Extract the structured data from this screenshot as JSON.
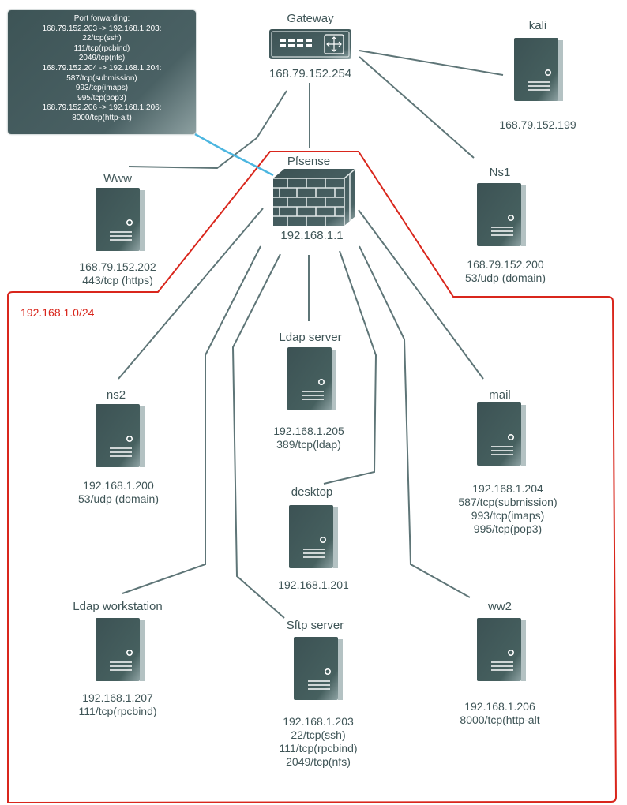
{
  "port_forwarding": {
    "title": "Port forwarding:",
    "lines": [
      "168.79.152.203 -> 192.168.1.203:",
      "22/tcp(ssh)",
      "111/tcp(rpcbind)",
      "2049/tcp(nfs)",
      "168.79.152.204 -> 192.168.1.204:",
      "587/tcp(submission)",
      "993/tcp(imaps)",
      "995/tcp(pop3)",
      "168.79.152.206 -> 192.168.1.206:",
      "8000/tcp(http-alt)"
    ]
  },
  "subnet_label": "192.168.1.0/24",
  "colors": {
    "node": "#3f5557",
    "link": "#5e7577",
    "subnet_border": "#d9261c",
    "forward_link": "#4cb6e0"
  },
  "gateway": {
    "title": "Gateway",
    "ip": "168.79.152.254",
    "icon": "router-icon"
  },
  "firewall": {
    "title": "Pfsense",
    "ip": "192.168.1.1",
    "icon": "brick-wall-icon"
  },
  "servers": {
    "kali": {
      "title": "kali",
      "lines": [
        "168.79.152.199"
      ]
    },
    "www": {
      "title": "Www",
      "lines": [
        "168.79.152.202",
        "443/tcp (https)"
      ]
    },
    "ns1": {
      "title": "Ns1",
      "lines": [
        "168.79.152.200",
        "53/udp (domain)"
      ]
    },
    "ldap_server": {
      "title": "Ldap server",
      "lines": [
        "192.168.1.205",
        "389/tcp(ldap)"
      ]
    },
    "ns2": {
      "title": "ns2",
      "lines": [
        "192.168.1.200",
        "53/udp (domain)"
      ]
    },
    "mail": {
      "title": "mail",
      "lines": [
        "192.168.1.204",
        "587/tcp(submission)",
        "993/tcp(imaps)",
        "995/tcp(pop3)"
      ]
    },
    "desktop": {
      "title": "desktop",
      "lines": [
        "192.168.1.201"
      ]
    },
    "ldap_workstation": {
      "title": "Ldap workstation",
      "lines": [
        "192.168.1.207",
        "111/tcp(rpcbind)"
      ]
    },
    "sftp_server": {
      "title": "Sftp server",
      "lines": [
        "192.168.1.203",
        "22/tcp(ssh)",
        "111/tcp(rpcbind)",
        "2049/tcp(nfs)"
      ]
    },
    "ww2": {
      "title": "ww2",
      "lines": [
        "192.168.1.206",
        "8000/tcp(http-alt"
      ]
    }
  }
}
